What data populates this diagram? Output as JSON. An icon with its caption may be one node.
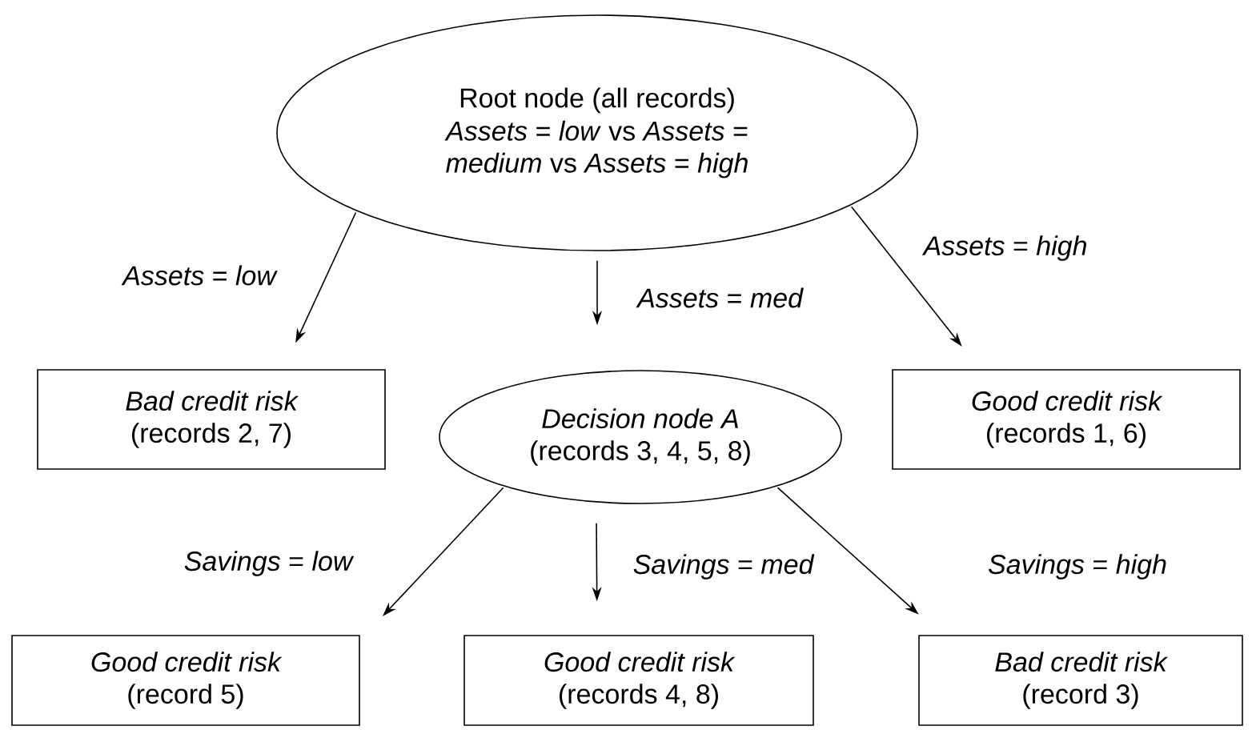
{
  "diagram": {
    "nodes": [
      {
        "text": [
          "Root node (all records)",
          "*Assets* = *low* vs *Assets* = *medium* vs *Assets* = *high*"
        ]
      },
      {
        "text": [
          "Bad credit risk",
          "(records 2, 7)"
        ]
      },
      {
        "text": [
          "Decision node A",
          "(records 3, 4, 5, 8)"
        ]
      },
      {
        "text": [
          "Good credit risk",
          "(records 1, 6)"
        ]
      },
      {
        "text": [
          "Good credit risk",
          "(record 5)"
        ]
      },
      {
        "text": [
          "Good credit risk",
          "(records 4, 8)"
        ]
      },
      {
        "text": [
          "Bad credit risk",
          "(record 3)"
        ]
      }
    ],
    "edges": [
      {
        "from": 0,
        "to": 1,
        "arrow": "to",
        "label": "*Assets* = *low*"
      },
      {
        "from": 0,
        "to": 2,
        "arrow": "to",
        "label": "*Assets* = *med*"
      },
      {
        "from": 0,
        "to": 3,
        "arrow": "to",
        "label": "*Assets* = *high*"
      },
      {
        "from": 2,
        "to": 4,
        "arrow": "to",
        "label": "*Savings* = *low*"
      },
      {
        "from": 2,
        "to": 5,
        "arrow": "to",
        "label": "*Savings* = *med*"
      },
      {
        "from": 2,
        "to": 6,
        "arrow": "to",
        "label": "*Savings* = *high*"
      }
    ]
  }
}
